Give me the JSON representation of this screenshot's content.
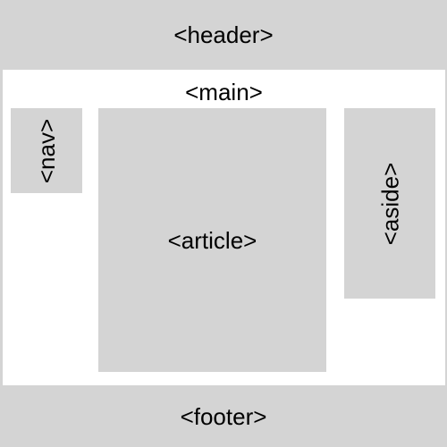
{
  "header": {
    "label": "<header>"
  },
  "main": {
    "label": "<main>"
  },
  "nav": {
    "label": "<nav>"
  },
  "article": {
    "label": "<article>"
  },
  "aside": {
    "label": "<aside>"
  },
  "footer": {
    "label": "<footer>"
  },
  "colors": {
    "block_fill": "#d4d4d4",
    "main_fill": "#ffffff",
    "text": "#000000"
  }
}
